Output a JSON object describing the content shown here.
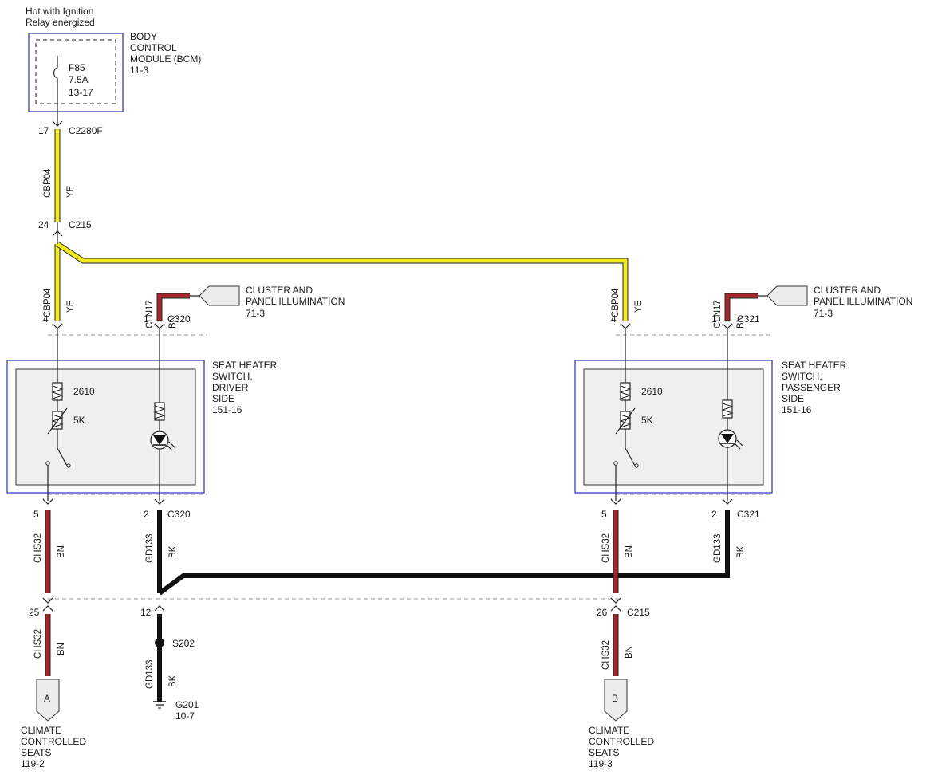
{
  "colors": {
    "yellow": "#f2ea1c",
    "brown": "#a3262a",
    "black": "#111111",
    "box_border": "#3b3fc4",
    "box_fill": "#efefef"
  },
  "top_note": [
    "Hot with Ignition",
    "Relay energized"
  ],
  "bcm": {
    "name": [
      "BODY",
      "CONTROL",
      "MODULE (BCM)",
      "11-3"
    ],
    "fuse_id": "F85",
    "fuse_rating": "7.5A",
    "fuse_ref": "13-17"
  },
  "connectors": {
    "c2280f_pin": "17",
    "c2280f": "C2280F",
    "c215_top_pin": "24",
    "c215_top": "C215",
    "drv_ye_pin": "4",
    "drv_bn_pin": "1",
    "drv_c320_top": "C320",
    "pas_ye_pin": "4",
    "pas_bn_pin": "1",
    "pas_c321_top": "C321",
    "drv_out1_pin": "5",
    "drv_out2_pin": "2",
    "drv_c320_bot": "C320",
    "pas_out1_pin": "5",
    "pas_out2_pin": "2",
    "pas_c321_bot": "C321",
    "c215_a_pin": "25",
    "c215_g_pin": "12",
    "c215_b_pin": "26",
    "c215_bot": "C215"
  },
  "wires": {
    "ye_circuit": "CBP04",
    "ye_color": "YE",
    "illum_circuit": "CLN17",
    "illum_color": "BN",
    "seat_circuit": "CHS32",
    "seat_color": "BN",
    "gnd_circuit": "GD133",
    "gnd_color": "BK"
  },
  "illumination": {
    "left": [
      "CLUSTER AND",
      "PANEL ILLUMINATION",
      "71-3"
    ],
    "right": [
      "CLUSTER AND",
      "PANEL ILLUMINATION",
      "71-3"
    ]
  },
  "driver_switch": {
    "name": [
      "SEAT HEATER",
      "SWITCH,",
      "DRIVER",
      "SIDE",
      "151-16"
    ],
    "resistor1": "2610",
    "resistor2": "5K"
  },
  "passenger_switch": {
    "name": [
      "SEAT HEATER",
      "SWITCH,",
      "PASSENGER",
      "SIDE",
      "151-16"
    ],
    "resistor1": "2610",
    "resistor2": "5K"
  },
  "splice": "S202",
  "ground": {
    "id": "G201",
    "ref": "10-7"
  },
  "refs": {
    "a_letter": "A",
    "a_text": [
      "CLIMATE",
      "CONTROLLED",
      "SEATS",
      "119-2"
    ],
    "b_letter": "B",
    "b_text": [
      "CLIMATE",
      "CONTROLLED",
      "SEATS",
      "119-3"
    ]
  }
}
